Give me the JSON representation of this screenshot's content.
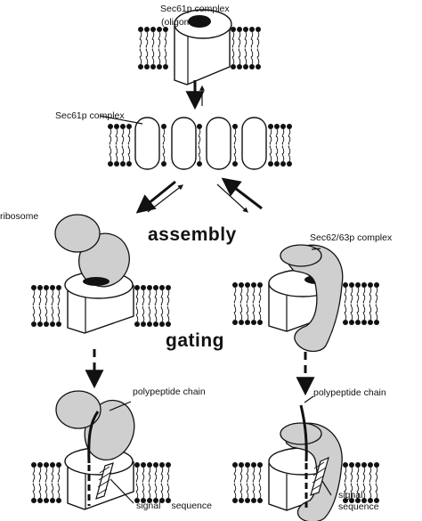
{
  "labels": {
    "sec61p_oligomer_line1": "Sec61p  complex",
    "sec61p_oligomer_line2": "(oligomer)",
    "sec61p_complex": "Sec61p  complex",
    "ribosome": "ribosome",
    "assembly": "assembly",
    "sec62_63p_complex": "Sec62/63p   complex",
    "gating": "gating",
    "polypeptide_chain_left": "polypeptide   chain",
    "polypeptide_chain_right": "polypeptide   chain",
    "signal_left": "signal",
    "sequence_left": "sequence",
    "signal_right": "signal",
    "sequence_right": "sequence"
  },
  "colors": {
    "protein_fill": "#cfcfcf",
    "pore_fill": "#111111",
    "outline": "#111111",
    "background": "#ffffff"
  }
}
